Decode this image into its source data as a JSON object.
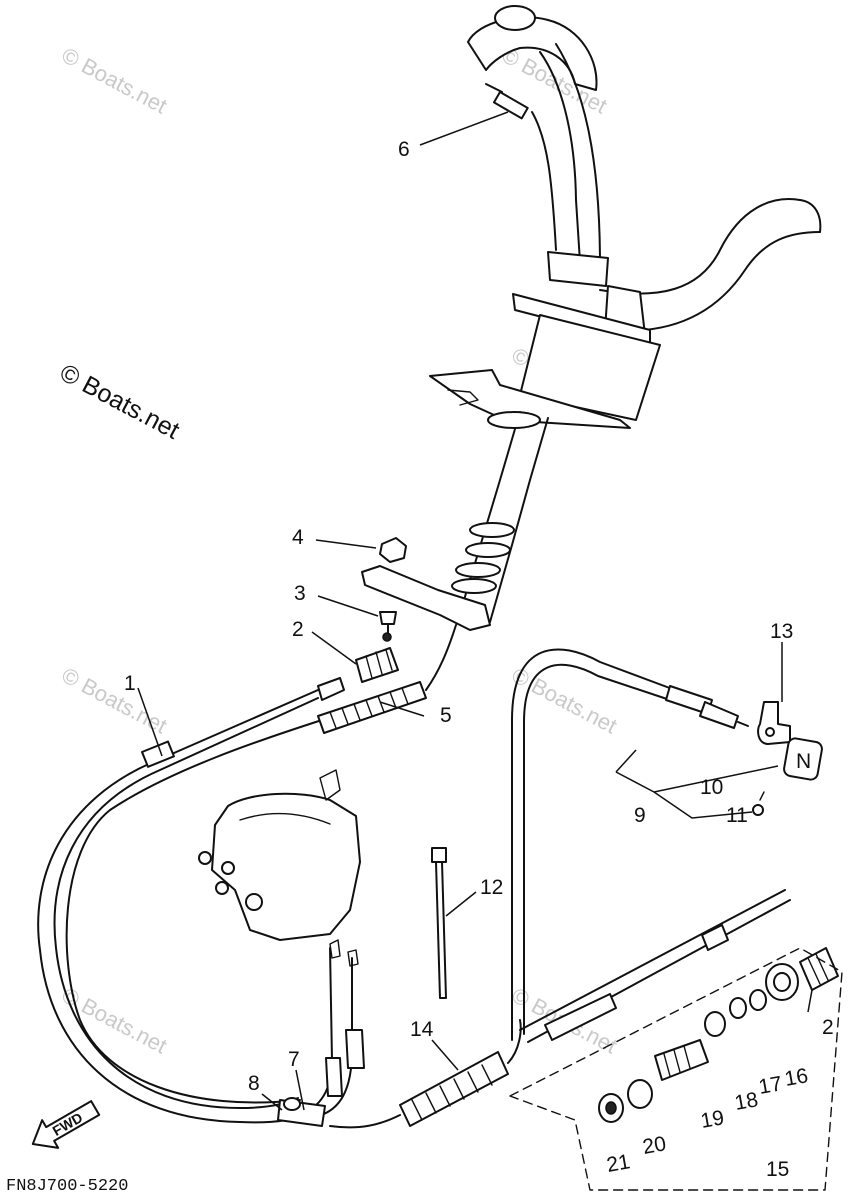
{
  "diagram": {
    "code": "FN8J700-5220",
    "fwd_label": "FWD",
    "neutral_tag_letter": "N",
    "watermark_primary": "© Boats.net",
    "watermark_faint": "© Boats.net",
    "callouts": {
      "c1": "1",
      "c2a": "2",
      "c2b": "2",
      "c3": "3",
      "c4": "4",
      "c5": "5",
      "c6": "6",
      "c7": "7",
      "c8": "8",
      "c9": "9",
      "c10": "10",
      "c11": "11",
      "c12": "12",
      "c13": "13",
      "c14": "14",
      "c15": "15",
      "c16": "16",
      "c17": "17",
      "c18": "18",
      "c19": "19",
      "c20": "20",
      "c21": "21"
    }
  }
}
